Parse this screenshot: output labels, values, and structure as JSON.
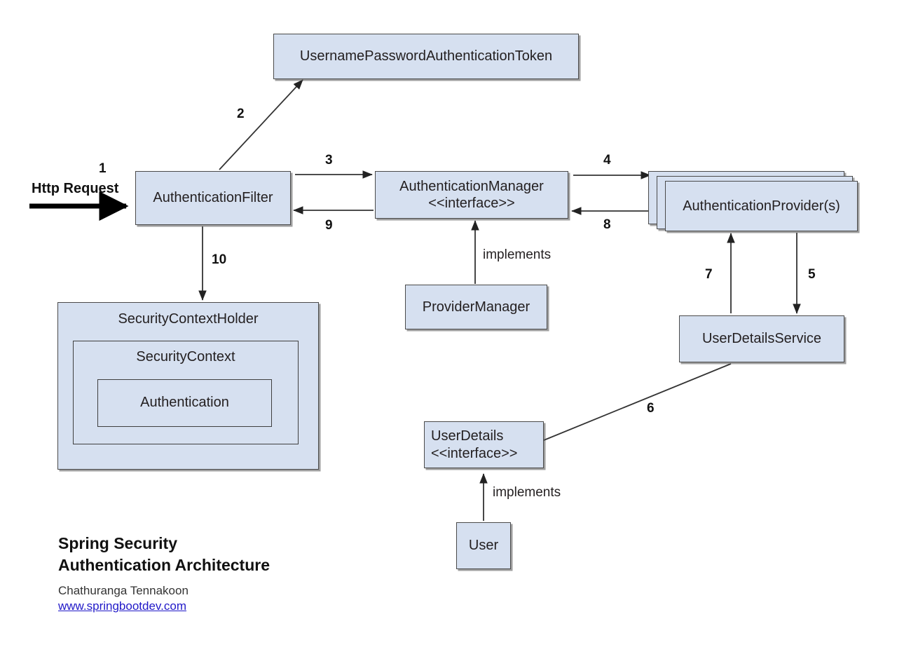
{
  "diagram": {
    "title_lines": [
      "Spring Security",
      "Authentication Architecture"
    ],
    "author": "Chathuranga Tennakoon",
    "website": "www.springbootdev.com",
    "entry_label": "Http Request",
    "colors": {
      "box_fill": "#d6e0f0",
      "box_border": "#4a4a4a",
      "text": "#231f20",
      "link": "#2018c8"
    }
  },
  "nodes": {
    "token": {
      "label": "UsernamePasswordAuthenticationToken"
    },
    "filter": {
      "label": "AuthenticationFilter"
    },
    "manager": {
      "label_line1": "AuthenticationManager",
      "label_line2": "<<interface>>"
    },
    "provider": {
      "label": "AuthenticationProvider(s)"
    },
    "provider_manager": {
      "label": "ProviderManager"
    },
    "user_details_service": {
      "label": "UserDetailsService"
    },
    "user_details": {
      "label_line1": "UserDetails",
      "label_line2": "<<interface>>"
    },
    "user": {
      "label": "User"
    },
    "security_context_holder": {
      "label": "SecurityContextHolder"
    },
    "security_context": {
      "label": "SecurityContext"
    },
    "authentication": {
      "label": "Authentication"
    }
  },
  "edges": [
    {
      "id": "e1",
      "label": "1",
      "from": "http-request",
      "to": "filter"
    },
    {
      "id": "e2",
      "label": "2",
      "from": "filter",
      "to": "token"
    },
    {
      "id": "e3",
      "label": "3",
      "from": "filter",
      "to": "manager"
    },
    {
      "id": "e4",
      "label": "4",
      "from": "manager",
      "to": "provider"
    },
    {
      "id": "e5",
      "label": "5",
      "from": "provider",
      "to": "user-details-service"
    },
    {
      "id": "e6",
      "label": "6",
      "from": "user-details",
      "to": "user-details-service"
    },
    {
      "id": "e7",
      "label": "7",
      "from": "user-details-service",
      "to": "provider"
    },
    {
      "id": "e8",
      "label": "8",
      "from": "provider",
      "to": "manager"
    },
    {
      "id": "e9",
      "label": "9",
      "from": "manager",
      "to": "filter"
    },
    {
      "id": "e10",
      "label": "10",
      "from": "filter",
      "to": "security-context-holder"
    },
    {
      "id": "impl1",
      "label": "implements",
      "from": "provider-manager",
      "to": "manager"
    },
    {
      "id": "impl2",
      "label": "implements",
      "from": "user",
      "to": "user-details"
    }
  ]
}
